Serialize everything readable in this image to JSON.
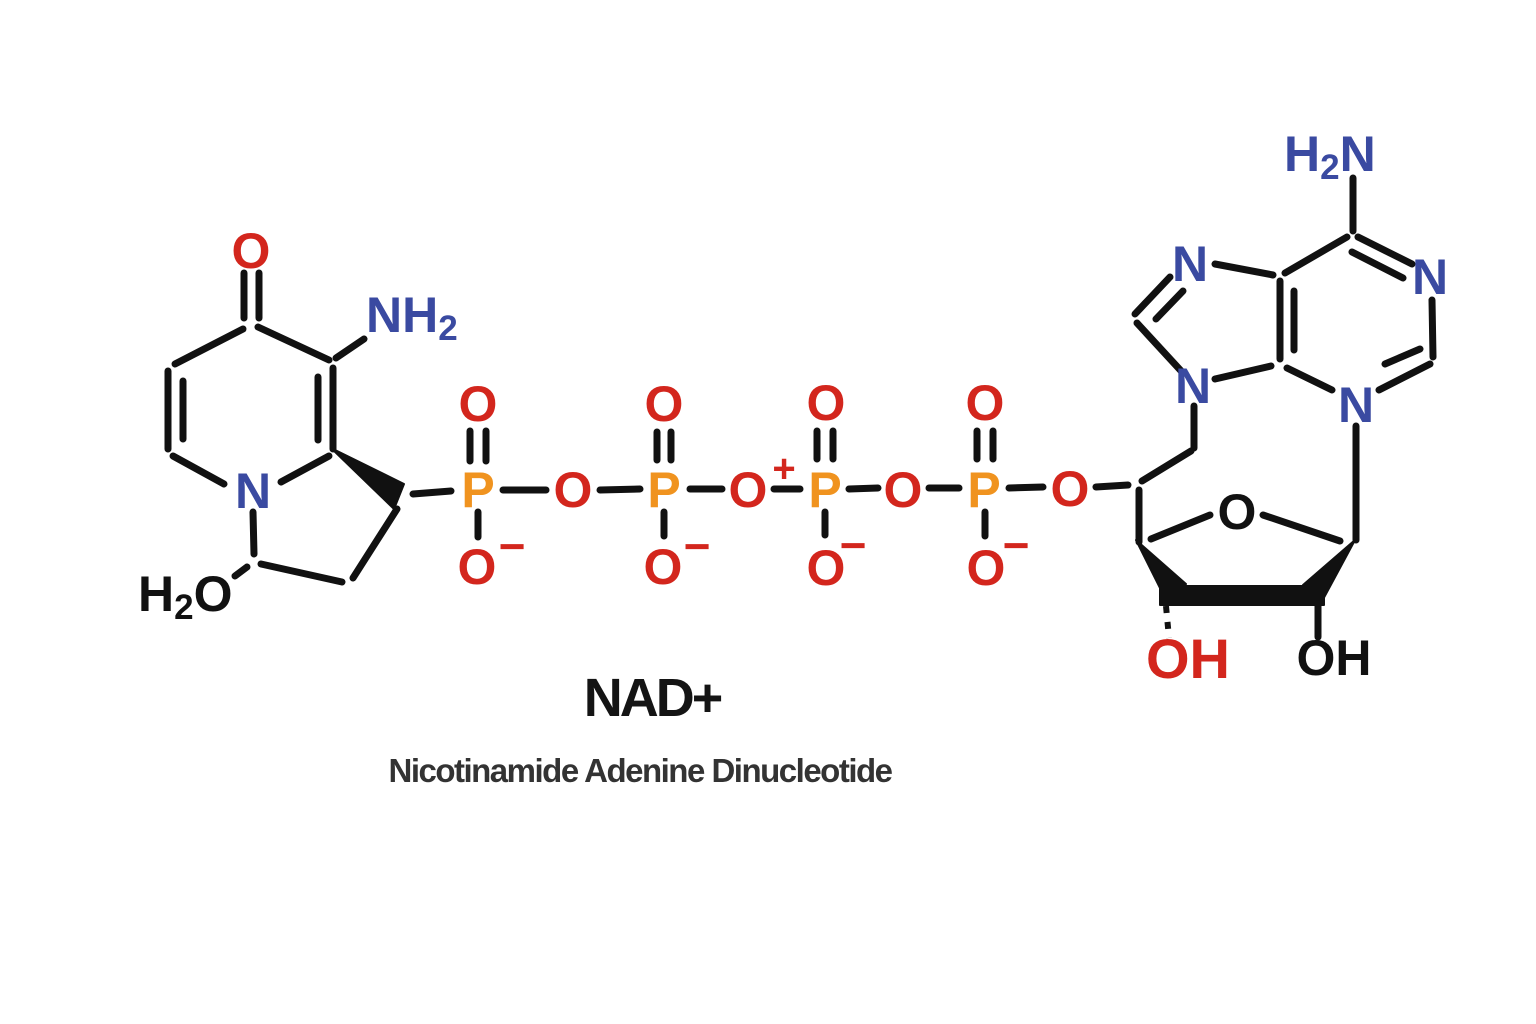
{
  "title": "NAD+",
  "subtitle": "Nicotinamide Adenine Dinucleotide",
  "atoms": {
    "oxygen": "O",
    "phosphorus": "P",
    "nitrogen": "N",
    "hydroxyl": "OH",
    "nh": "NH",
    "hydrogen": "H",
    "subscript_two": "2",
    "minus": "−",
    "plus": "+"
  },
  "colors": {
    "oxygen": "#d3261d",
    "phosphorus": "#f0931f",
    "nitrogen": "#3a4aa1",
    "black": "#111111",
    "title": "#141414",
    "subtitle": "#333333",
    "background": "#ffffff"
  }
}
